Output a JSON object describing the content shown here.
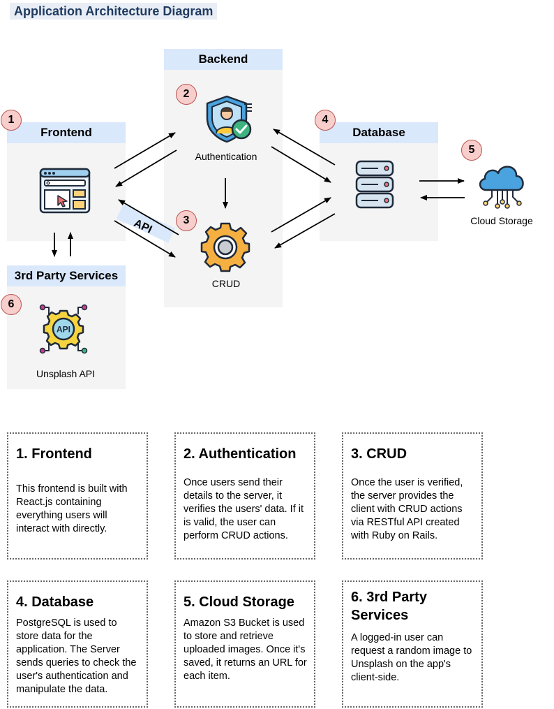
{
  "page_title": "Application Architecture Diagram",
  "panels": {
    "frontend": "Frontend",
    "backend": "Backend",
    "database": "Database",
    "third_party": "3rd Party Services"
  },
  "badges": [
    "1",
    "2",
    "3",
    "4",
    "5",
    "6"
  ],
  "nodes": {
    "authentication": "Authentication",
    "crud": "CRUD",
    "cloud_storage": "Cloud Storage",
    "unsplash_api": "Unsplash API",
    "api_icon_text": "API"
  },
  "edge_labels": {
    "api": "API"
  },
  "notes": [
    {
      "title": "1. Frontend",
      "body": "This frontend is built with React.js containing everything users will interact with directly."
    },
    {
      "title": "2. Authentication",
      "body": "Once users send their details to the server, it verifies the users' data. If it is valid, the user can perform CRUD actions."
    },
    {
      "title": "3. CRUD",
      "body": "Once the user is verified, the server provides the client with CRUD actions via RESTful API created with Ruby on Rails."
    },
    {
      "title": "4. Database",
      "body": "PostgreSQL is used to store data for the application. The Server sends queries to check the user's authentication and manipulate the data."
    },
    {
      "title": "5. Cloud Storage",
      "body": "Amazon S3 Bucket is used to store and retrieve uploaded images. Once it's saved, it returns an URL for each item."
    },
    {
      "title": "6. 3rd Party Services",
      "body": "A logged-in user can request a random image to Unsplash on the app's client-side."
    }
  ],
  "colors": {
    "panel_header": "#dae8fc",
    "panel_body": "#f4f4f4",
    "badge_fill": "#f8cecc",
    "badge_stroke": "#b85450",
    "title_text": "#1f3a5f"
  },
  "icons": [
    "browser-window-icon",
    "shield-user-check-icon",
    "gear-icon",
    "database-server-icon",
    "cloud-network-icon",
    "api-gear-icon"
  ]
}
